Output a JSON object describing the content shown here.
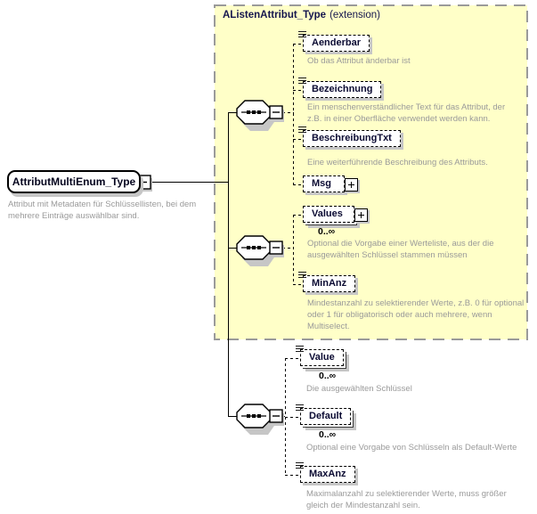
{
  "diagram": {
    "root": {
      "name": "AttributMultiEnum_Type",
      "description": "Attribut mit Metadaten für Schlüssellisten, bei dem\nmehrere Einträge auswählbar sind."
    },
    "extension": {
      "title": "AListenAttribut_Type",
      "suffix": "(extension)"
    },
    "elements": [
      {
        "name": "Aenderbar",
        "description": "Ob das Attribut änderbar ist"
      },
      {
        "name": "Bezeichnung",
        "description": "Ein menschenverständlicher Text für das Attribut, der\nz.B. in einer Oberfläche verwendet werden kann."
      },
      {
        "name": "BeschreibungTxt",
        "description": "Eine weiterführende Beschreibung des Attributs."
      },
      {
        "name": "Msg",
        "description": ""
      },
      {
        "name": "Values",
        "occurrence": "0..∞",
        "description": "Optional die Vorgabe einer Werteliste, aus der die\nausgewählten Schlüssel stammen müssen"
      },
      {
        "name": "MinAnz",
        "description": "Mindestanzahl zu selektierender Werte, z.B. 0 für optional\noder 1 für obligatorisch oder auch mehrere, wenn\nMultiselect."
      },
      {
        "name": "Value",
        "occurrence": "0..∞",
        "description": "Die ausgewählten Schlüssel"
      },
      {
        "name": "Default",
        "occurrence": "0..∞",
        "description": "Optional eine Vorgabe von Schlüsseln als Default-Werte"
      },
      {
        "name": "MaxAnz",
        "description": "Maximalanzahl zu selektierender Werte, muss größer\ngleich der Mindestanzahl sein."
      }
    ],
    "icons": {
      "sequence": "sequence-connector-icon",
      "collapse": "minus-icon",
      "expand": "plus-icon",
      "simple_content": "text-lines-icon"
    },
    "colors": {
      "extension_bg": "#ffffc8",
      "extension_border": "#9a9a9a",
      "annotation": "#9a9a9a",
      "element_name": "#0a0a32",
      "shadow": "#c6c6c6"
    }
  }
}
